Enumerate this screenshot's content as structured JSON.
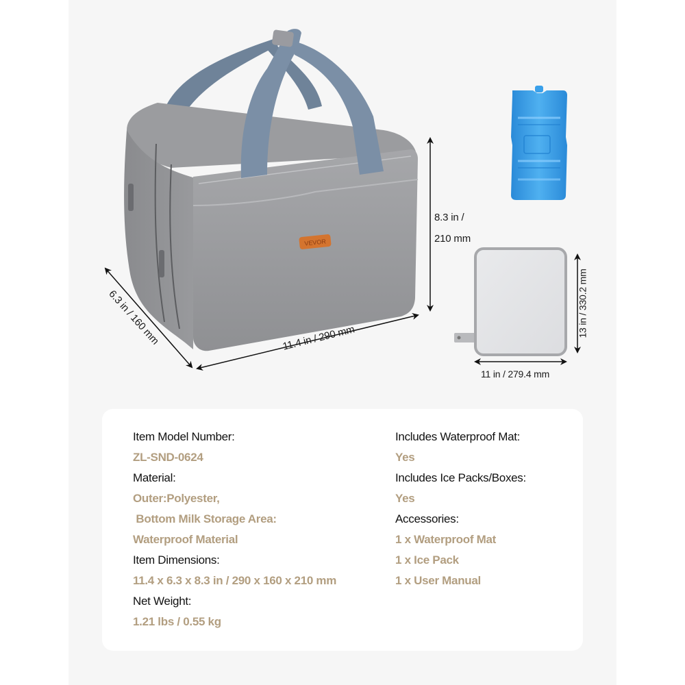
{
  "colors": {
    "panel_bg": "#f6f6f6",
    "card_bg": "#ffffff",
    "label_text": "#111111",
    "value_accent": "#b29e80",
    "bag_gray": "#8e8f92",
    "strap_blue": "#7b8fa6",
    "ice_pack_blue": "#2f95e0",
    "brand_patch": "#d4742e"
  },
  "product_image": {
    "bag": {
      "brand_patch_text": "VEVOR",
      "dimensions": {
        "depth": "6.3 in / 160 mm",
        "width": "11.4 in / 290 mm",
        "height_line1": "8.3 in /",
        "height_line2": "210 mm"
      }
    },
    "mat": {
      "dimensions": {
        "height": "13 in / 330.2 mm",
        "width": "11 in / 279.4 mm"
      }
    }
  },
  "specs": {
    "left": [
      {
        "type": "label",
        "text": "Item Model Number:"
      },
      {
        "type": "value",
        "text": "ZL-SND-0624"
      },
      {
        "type": "label",
        "text": "Material:"
      },
      {
        "type": "value",
        "text": "Outer:Polyester,"
      },
      {
        "type": "value",
        "text": " Bottom Milk Storage Area:"
      },
      {
        "type": "value",
        "text": "Waterproof Material"
      },
      {
        "type": "label",
        "text": "Item Dimensions:"
      },
      {
        "type": "value",
        "text": "11.4 x 6.3 x 8.3 in / 290 x 160 x 210 mm"
      },
      {
        "type": "label",
        "text": "Net Weight:"
      },
      {
        "type": "value",
        "text": "1.21 lbs / 0.55 kg"
      }
    ],
    "right": [
      {
        "type": "label",
        "text": "Includes Waterproof Mat:"
      },
      {
        "type": "value",
        "text": "Yes"
      },
      {
        "type": "label",
        "text": "Includes Ice Packs/Boxes:"
      },
      {
        "type": "value",
        "text": "Yes"
      },
      {
        "type": "label",
        "text": "Accessories:"
      },
      {
        "type": "value",
        "text": "1 x Waterproof Mat"
      },
      {
        "type": "value",
        "text": "1 x Ice Pack"
      },
      {
        "type": "value",
        "text": "1 x User Manual"
      }
    ]
  }
}
